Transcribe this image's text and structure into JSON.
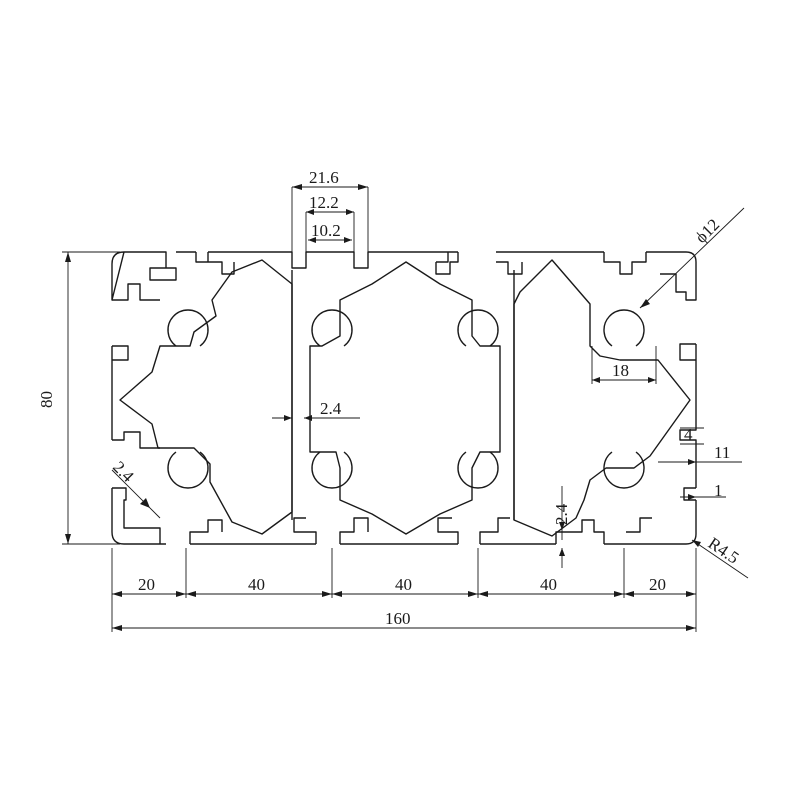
{
  "drawing": {
    "subject": "",
    "dimensions": {
      "slot_width_outer": "21.6",
      "slot_width_mid": "12.2",
      "slot_width_inner": "10.2",
      "height": "80",
      "wall_center": "2.4",
      "wall_left": "2.4",
      "wall_bottom": "2.4",
      "hole_diameter": "ϕ12",
      "chamber_width": "18",
      "lip_depth": "4",
      "slot_depth": "11",
      "lip_thickness": "1",
      "corner_radius": "R4.5",
      "pitch_edge_left": "20",
      "pitch_1": "40",
      "pitch_2": "40",
      "pitch_3": "40",
      "pitch_edge_right": "20",
      "total_width": "160"
    }
  }
}
